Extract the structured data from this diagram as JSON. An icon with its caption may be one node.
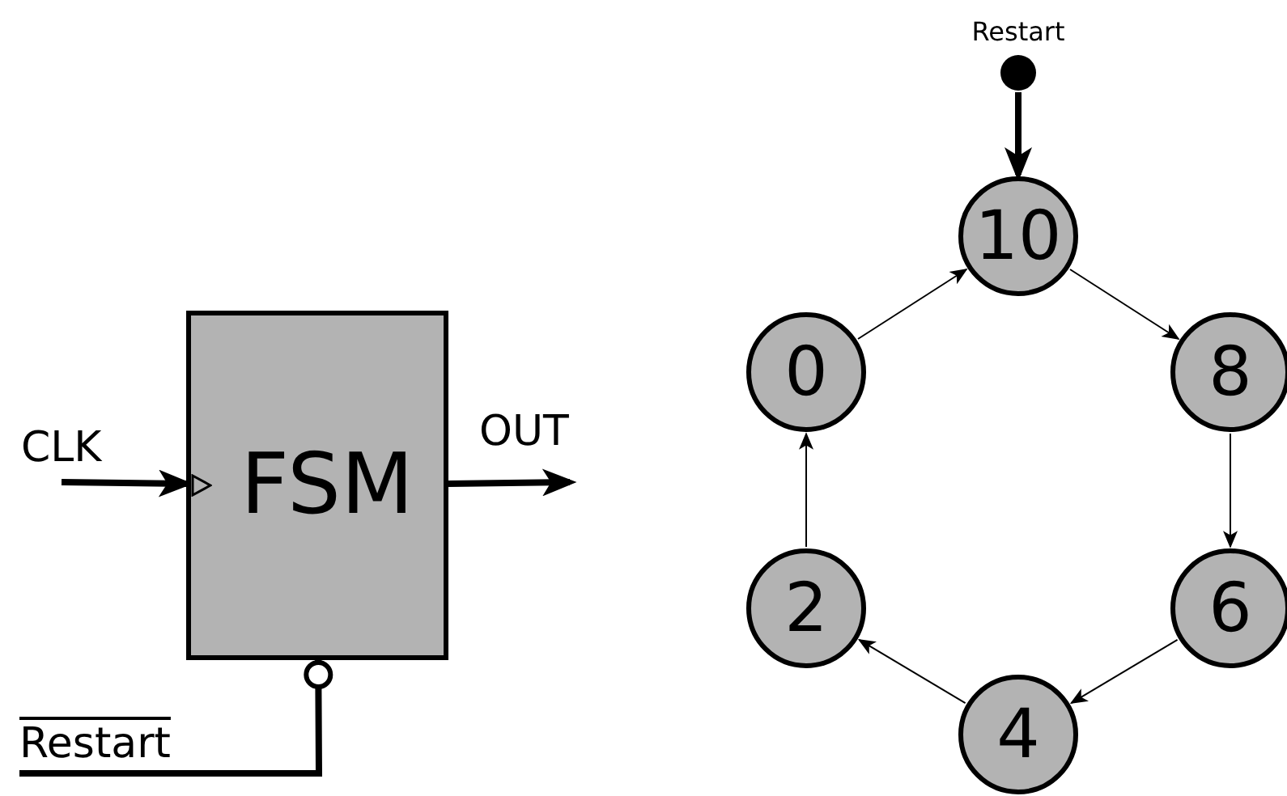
{
  "diagram": {
    "nodes": [
      {
        "text": [
          "FSM"
        ]
      },
      {
        "text": [],
        "shape": "circle",
        "beside": [
          "Restart"
        ]
      },
      {
        "text": [
          "10"
        ]
      },
      {
        "text": [
          "0"
        ]
      },
      {
        "text": [
          "8"
        ]
      },
      {
        "text": [
          "2"
        ]
      },
      {
        "text": [
          "6"
        ]
      },
      {
        "text": [
          "4"
        ]
      }
    ],
    "edges": [
      {
        "from": null,
        "to": 0,
        "arrow": "to",
        "label": "CLK",
        "style": "thick"
      },
      {
        "from": 0,
        "to": null,
        "arrow": "to",
        "label": "OUT",
        "style": "thick"
      },
      {
        "from": null,
        "to": 0,
        "arrow": "other",
        "label": "Restart",
        "style": "thick"
      },
      {
        "from": 1,
        "to": 2,
        "arrow": "to",
        "style": "thick"
      },
      {
        "from": 2,
        "to": 4,
        "arrow": "to"
      },
      {
        "from": 4,
        "to": 6,
        "arrow": "to"
      },
      {
        "from": 6,
        "to": 7,
        "arrow": "to"
      },
      {
        "from": 7,
        "to": 5,
        "arrow": "to"
      },
      {
        "from": 5,
        "to": 3,
        "arrow": "to"
      },
      {
        "from": 3,
        "to": 2,
        "arrow": "to"
      }
    ]
  }
}
